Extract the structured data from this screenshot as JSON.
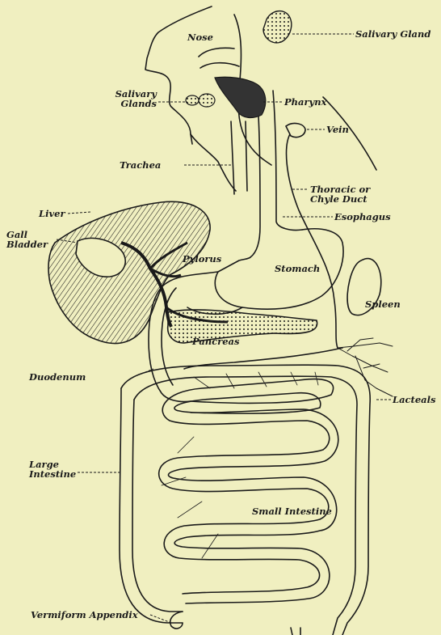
{
  "labels": {
    "nose": "Nose",
    "salivary_gland": "Salivary Gland",
    "salivary_glands_1": "Salivary",
    "salivary_glands_2": "Glands",
    "pharynx": "Pharynx",
    "vein": "Vein",
    "trachea": "Trachea",
    "thoracic_1": "Thoracic or",
    "thoracic_2": "Chyle Duct",
    "liver": "Liver",
    "esophagus": "Esophagus",
    "gall_1": "Gall",
    "gall_2": "Bladder",
    "pylorus": "Pylorus",
    "stomach": "Stomach",
    "spleen": "Spleen",
    "pancreas": "Pancreas",
    "duodenum": "Duodenum",
    "lacteals": "Lacteals",
    "large_1": "Large",
    "large_2": "Intestine",
    "small_intestine": "Small Intestine",
    "vermiform": "Vermiform Appendix"
  },
  "colors": {
    "background": "#f0efc0",
    "ink": "#1a1a1a"
  }
}
